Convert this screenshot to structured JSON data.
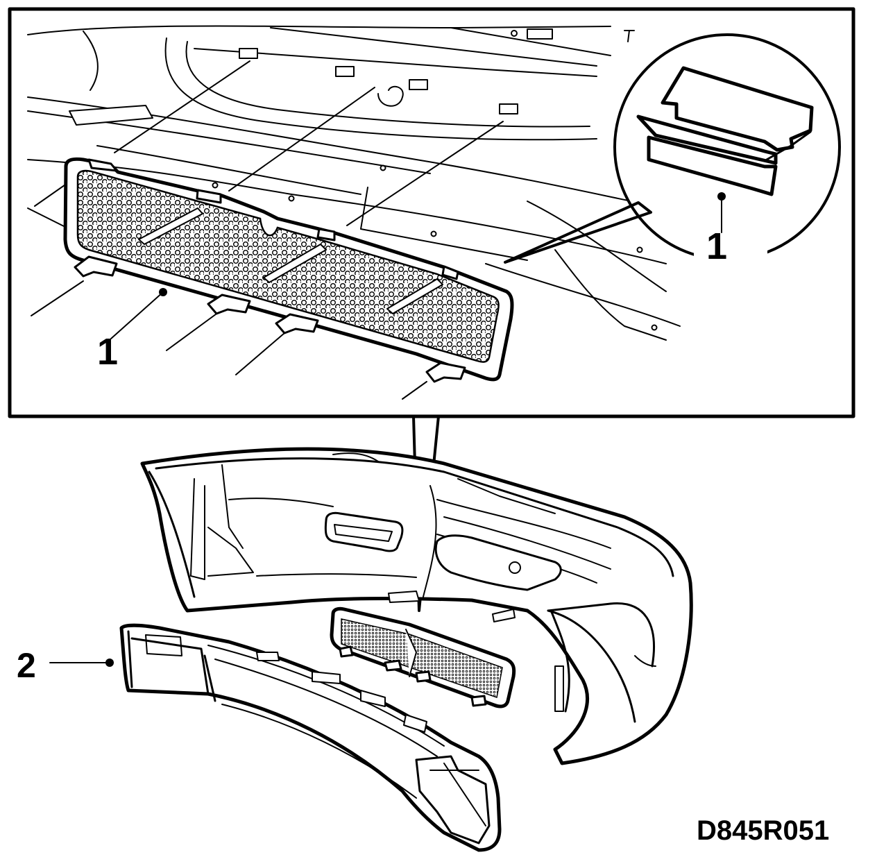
{
  "figure_id": "D845R051",
  "callouts": {
    "grille_detail": "1",
    "clip_detail": "1",
    "bumper_part": "2"
  },
  "colors": {
    "line": "#000000",
    "background": "#ffffff"
  }
}
